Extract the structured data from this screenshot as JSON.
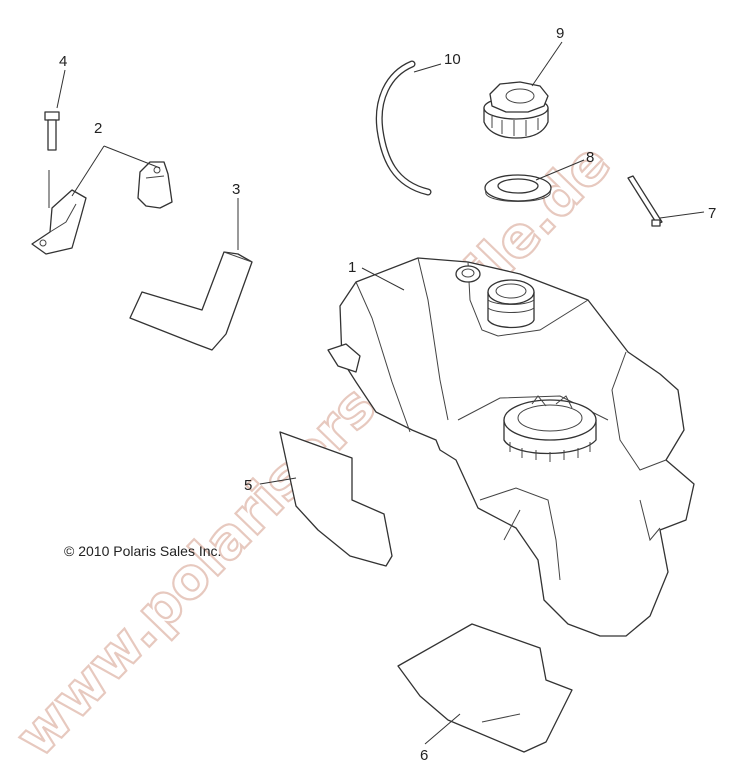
{
  "callouts": [
    "1",
    "2",
    "3",
    "4",
    "5",
    "6",
    "7",
    "8",
    "9",
    "10"
  ],
  "copyright": "© 2010 Polaris Sales Inc.",
  "watermark": "www.polarisersatzteile.de"
}
